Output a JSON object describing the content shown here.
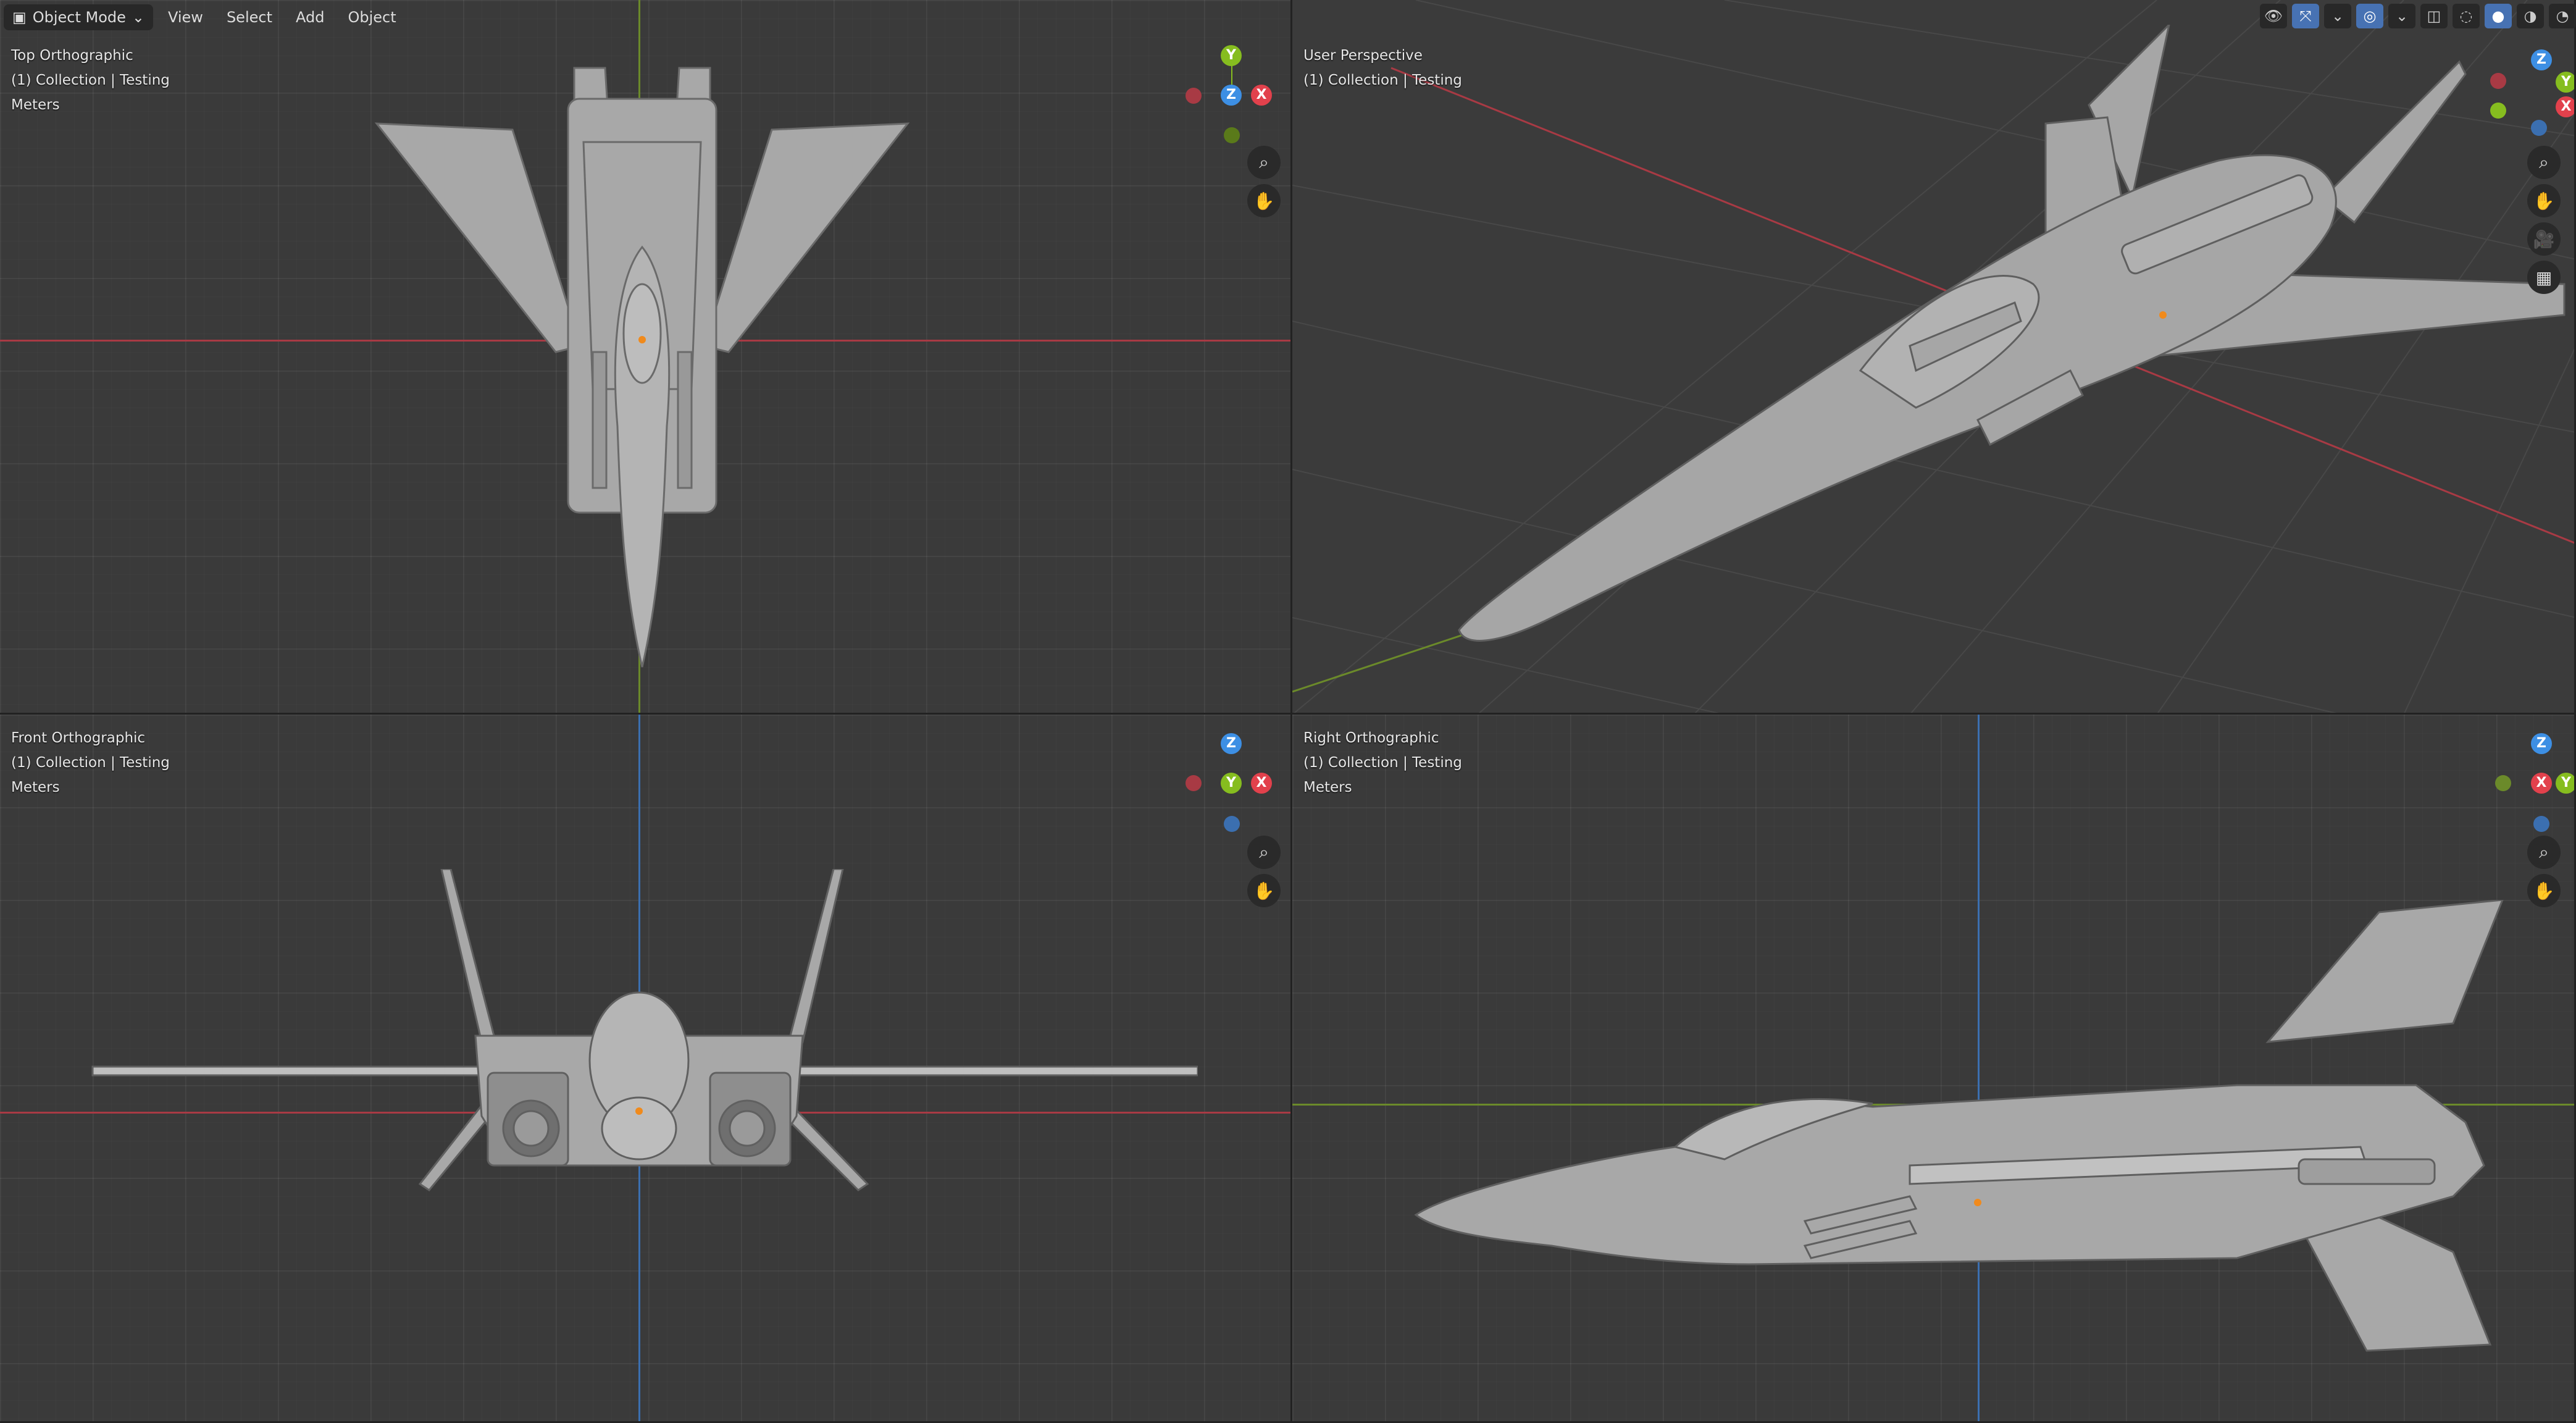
{
  "header": {
    "mode_label": "Object Mode",
    "menu": [
      "View",
      "Select",
      "Add",
      "Object"
    ]
  },
  "viewports": {
    "top": {
      "view_name": "Top Orthographic",
      "collection": "(1) Collection | Testing",
      "units": "Meters"
    },
    "persp": {
      "view_name": "User Perspective",
      "collection": "(1) Collection | Testing"
    },
    "front": {
      "view_name": "Front Orthographic",
      "collection": "(1) Collection | Testing",
      "units": "Meters"
    },
    "right": {
      "view_name": "Right Orthographic",
      "collection": "(1) Collection | Testing",
      "units": "Meters"
    }
  },
  "gizmo_labels": {
    "x": "X",
    "y": "Y",
    "z": "Z"
  },
  "icons": {
    "mode": "object-mode-icon",
    "zoom": "zoom-icon",
    "pan": "hand-pan-icon",
    "camera": "camera-icon",
    "grid": "grid-icon"
  },
  "colors": {
    "x_axis": "#e2414c",
    "y_axis": "#86bd1f",
    "z_axis": "#3d8fe4",
    "active_tool": "#4772b3"
  }
}
